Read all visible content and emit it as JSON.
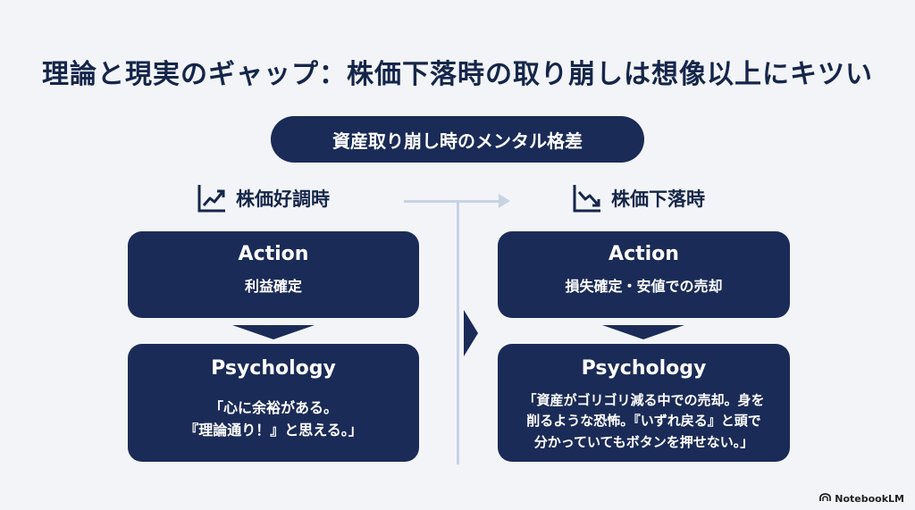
{
  "title": "理論と現実のギャップ：株価下落時の取り崩しは想像以上にキツい",
  "subtitle": "資産取り崩し時のメンタル格差",
  "left": {
    "heading": "株価好調時",
    "icon": "trend-up-chart-icon",
    "action_heading": "Action",
    "action_text": "利益確定",
    "psychology_heading": "Psychology",
    "psychology_lines": [
      "「心に余裕がある。",
      "『理論通り！』と思える。」"
    ]
  },
  "right": {
    "heading": "株価下落時",
    "icon": "trend-down-chart-icon",
    "action_heading": "Action",
    "action_text": "損失確定・安値での売却",
    "psychology_heading": "Psychology",
    "psychology_lines": [
      "「資産がゴリゴリ減る中での売却。身を",
      "削るような恐怖。『いずれ戻る』と頭で",
      "分かっていてもボタンを押せない。」"
    ]
  },
  "branding": "NotebookLM",
  "colors": {
    "navy": "#1b2b57",
    "background": "#f2f4f8",
    "connector": "#c7d3e3"
  }
}
